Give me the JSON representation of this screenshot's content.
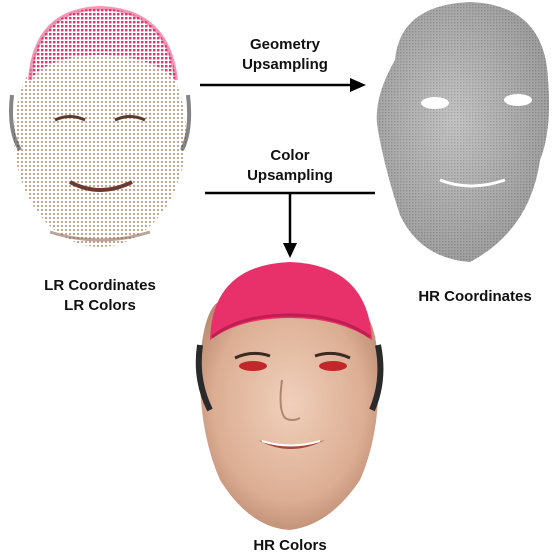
{
  "diagram": {
    "geometry_label": {
      "line1": "Geometry",
      "line2": "Upsampling"
    },
    "color_label": {
      "line1": "Color",
      "line2": "Upsampling"
    },
    "lr_label": {
      "line1": "LR Coordinates",
      "line2": "LR Colors"
    },
    "hr_coords_label": "HR Coordinates",
    "hr_colors_label": "HR Colors"
  },
  "colors": {
    "cap_pink": "#e8306a",
    "skin": "#e6bfa6",
    "gray_point_cloud": "#9a9a9a",
    "arrow": "#000000"
  }
}
